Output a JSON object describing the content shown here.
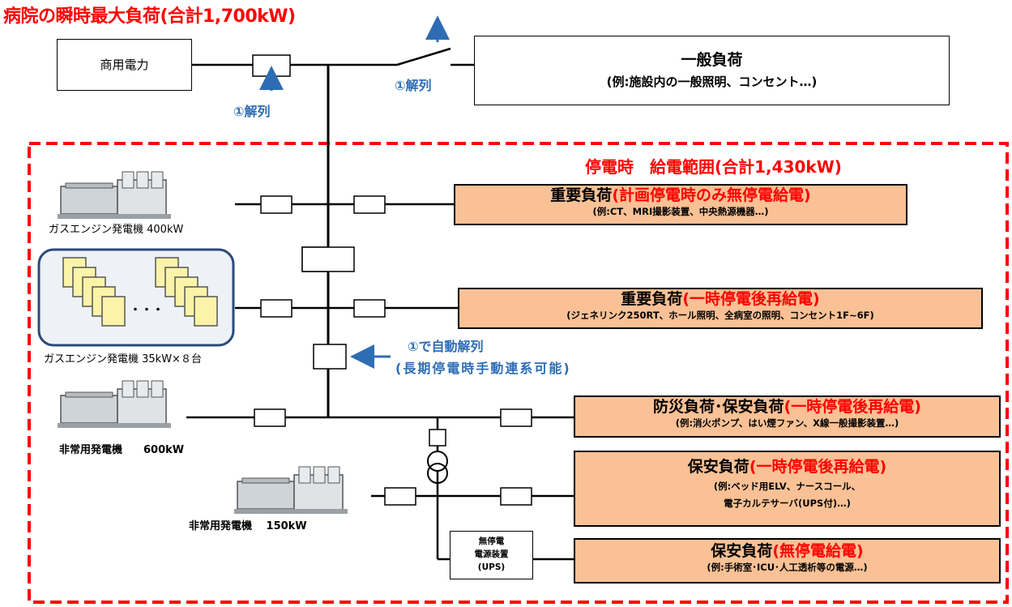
{
  "title": "病院の瞬時最大負荷(合計1,700kW)",
  "utility": "商用電力",
  "general_load": {
    "title": "一般負荷",
    "example": "(例:施設内の一般照明、コンセント…)"
  },
  "release_label": "①解列",
  "outage_range": "停電時　給電範囲(合計1,430kW)",
  "loads": [
    {
      "title": "重要負荷",
      "status": "(計画停電時のみ無停電給電)",
      "example": "(例:CT、MRI撮影装置、中央熱源機器…)"
    },
    {
      "title": "重要負荷",
      "status": "(一時停電後再給電)",
      "example": "(ジェネリンク250RT、ホール照明、全病室の照明、コンセント1F~6F)"
    },
    {
      "title": "防災負荷･保安負荷",
      "status": "(一時停電後再給電)",
      "example": "(例:消火ポンプ、はい煙ファン、X線一般撮影装置…)"
    },
    {
      "title": "保安負荷",
      "status": "(一時停電後再給電)",
      "example": "(例:ベッド用ELV、ナースコール、",
      "example2": "電子カルテサーバ(UPS付)…)"
    },
    {
      "title": "保安負荷",
      "status": "(無停電給電)",
      "example": "(例:手術室･ICU･人工透析等の電源…)"
    }
  ],
  "generators": {
    "gas_400": "ガスエンジン発電機 400kW",
    "gas_35": "ガスエンジン発電機 35kW×８台",
    "dots": "・・・",
    "emergency_600": "非常用発電機　　600kW",
    "emergency_150": "非常用発電機　 150kW"
  },
  "auto_release": {
    "line1": "①で自動解列",
    "line2": "(長期停電時手動連系可能)"
  },
  "ups": {
    "line1": "無停電",
    "line2": "電源装置",
    "line3": "(UPS)"
  },
  "colors": {
    "accent_red": "#ff0000",
    "load_fill": "#f9c195",
    "arrow_blue": "#2e6db4"
  }
}
